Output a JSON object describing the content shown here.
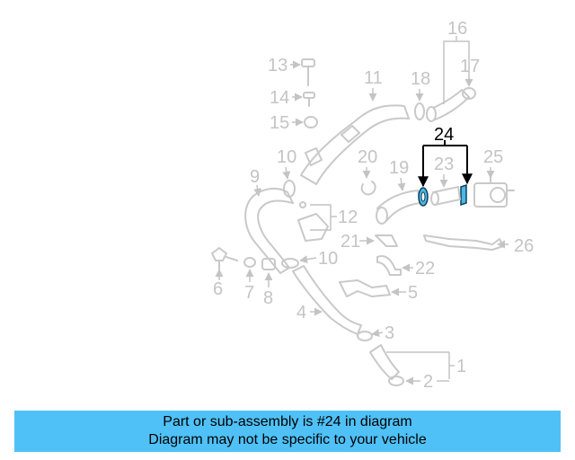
{
  "callouts": {
    "c1": "1",
    "c2": "2",
    "c3": "3",
    "c4": "4",
    "c5": "5",
    "c6": "6",
    "c7": "7",
    "c8": "8",
    "c9": "9",
    "c10a": "10",
    "c10b": "10",
    "c11": "11",
    "c12": "12",
    "c13": "13",
    "c14": "14",
    "c15": "15",
    "c16": "16",
    "c17": "17",
    "c18": "18",
    "c19": "19",
    "c20": "20",
    "c21": "21",
    "c22": "22",
    "c23": "23",
    "c24": "24",
    "c25": "25",
    "c26": "26"
  },
  "highlighted_part": "24",
  "banner": {
    "line1": "Part or sub-assembly is #24 in diagram",
    "line2": "Diagram may not be specific to your vehicle"
  },
  "colors": {
    "highlight": "#4cb7e3",
    "banner": "#4fc1f7",
    "inactive": "#c4c4c4"
  }
}
